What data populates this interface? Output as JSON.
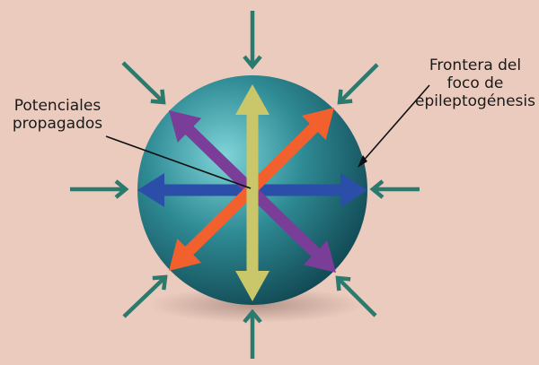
{
  "labels": {
    "propagated_potentials": [
      "Potenciales",
      "propagados"
    ],
    "focus_boundary": [
      "Frontera del",
      "foco de",
      "epileptogénesis"
    ]
  },
  "colors": {
    "background": "#ebcbbe",
    "sphere_light": "#7fd4d8",
    "sphere_mid": "#2f8b95",
    "sphere_dark": "#0d3f4a",
    "inward_arrows": "#2b7a6e",
    "vertical_arrow": "#c9c76a",
    "horizontal_arrow": "#2b4ea8",
    "diagonal_up_right_arrow": "#f2602e",
    "diagonal_up_left_arrow": "#7a3e98",
    "pointer_lines": "#111111"
  },
  "icons": {
    "inward_arrows": "arrow-inward-icon",
    "double_arrows": "double-headed-arrow-icon"
  }
}
